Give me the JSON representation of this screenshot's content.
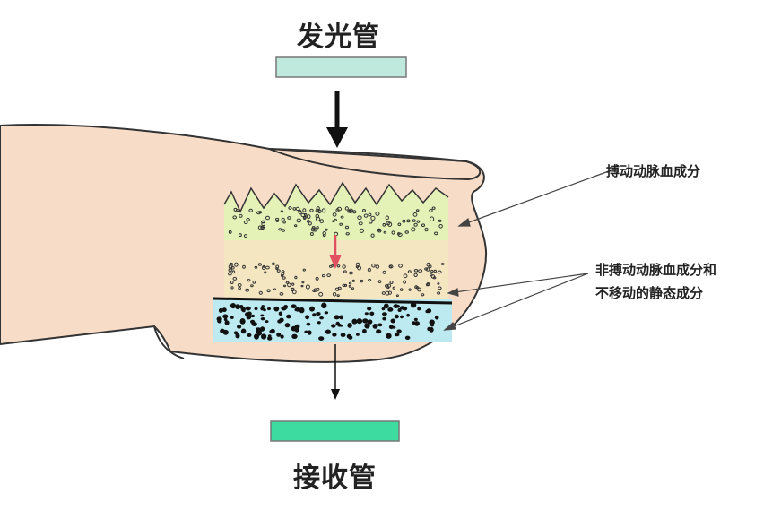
{
  "labels": {
    "emitter": "发光管",
    "receiver": "接收管",
    "pulsatile": "搏动动脉血成分",
    "nonpulsatile_line1": "非搏动动脉血成分和",
    "nonpulsatile_line2": "不移动的静态成分"
  },
  "colors": {
    "skin": "#f7dcc8",
    "outline": "#333333",
    "emitter_bar": "#bfe9dc",
    "receiver_bar": "#3ddba0",
    "pulsatile_layer": "#e4f2b8",
    "middle_layer": "#f5e6c2",
    "bottom_layer": "#bdeaf0",
    "light_arrow": "#e05060"
  }
}
